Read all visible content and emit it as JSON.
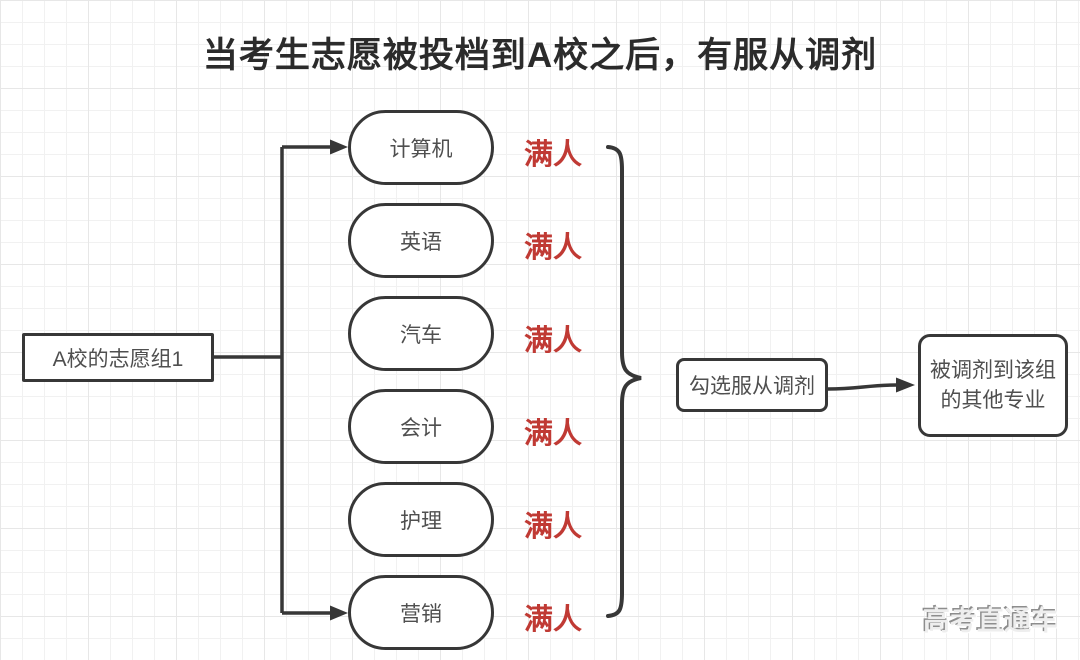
{
  "title": "当考生志愿被投档到A校之后，有服从调剂",
  "group_box": {
    "label": "A校的志愿组1"
  },
  "majors": [
    {
      "label": "计算机",
      "status": "满人"
    },
    {
      "label": "英语",
      "status": "满人"
    },
    {
      "label": "汽车",
      "status": "满人"
    },
    {
      "label": "会计",
      "status": "满人"
    },
    {
      "label": "护理",
      "status": "满人"
    },
    {
      "label": "营销",
      "status": "满人"
    }
  ],
  "action_box": {
    "label": "勾选服从调剂"
  },
  "result_box": {
    "line1": "被调剂到该组",
    "line2": "的其他专业"
  },
  "watermark": "高考直通车",
  "colors": {
    "stroke": "#373737",
    "full_red": "#c03a34",
    "node_text": "#4f4f4f",
    "title_text": "#2b2b2b"
  }
}
